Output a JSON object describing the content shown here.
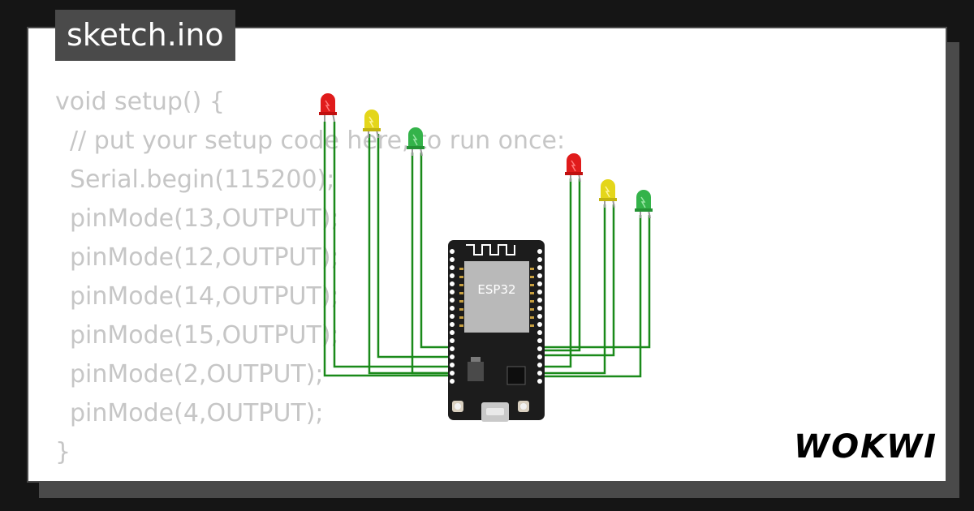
{
  "file_tab": {
    "label": "sketch.ino"
  },
  "code_lines": [
    "void setup() {",
    "// put your setup code here, to run once:",
    "Serial.begin(115200);",
    "pinMode(13,OUTPUT);",
    "pinMode(12,OUTPUT);",
    "pinMode(14,OUTPUT);",
    "pinMode(15,OUTPUT);",
    "pinMode(2,OUTPUT);",
    "pinMode(4,OUTPUT);",
    "}"
  ],
  "board": {
    "chip_label": "ESP32"
  },
  "leds": [
    {
      "color": "#e01b1b",
      "light": "#ff7a7a"
    },
    {
      "color": "#e4d61a",
      "light": "#fff59a"
    },
    {
      "color": "#34b34a",
      "light": "#9be6a6"
    },
    {
      "color": "#e01b1b",
      "light": "#ff7a7a"
    },
    {
      "color": "#e4d61a",
      "light": "#fff59a"
    },
    {
      "color": "#34b34a",
      "light": "#9be6a6"
    }
  ],
  "colors": {
    "wire": "#1a8a1a",
    "board": "#1c1c1c",
    "chip": "#b9b9b9",
    "frame": "#4a4a4a"
  },
  "brand": {
    "logo_text": "WOKWI"
  }
}
